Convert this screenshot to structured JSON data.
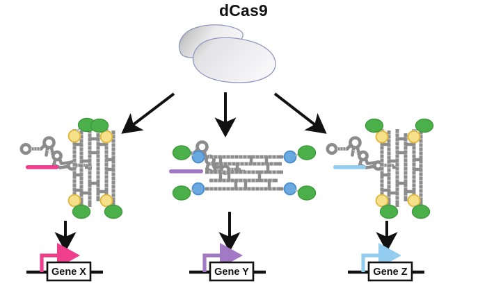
{
  "figure": {
    "title": "dCas9",
    "type": "biology-schematic",
    "description": "dCas9 branching into three sgRNA-RNA-origami scaffold complexes that each activate a different target gene"
  },
  "protein": {
    "name": "dCas9",
    "fill_light": "#f2f2f4",
    "fill_shade": "#9a9a9a",
    "stroke": "#8f96c0"
  },
  "arrows": {
    "branch_color": "#111111",
    "down_color": "#111111",
    "left_branch": "arrow-down-left",
    "center_branch": "arrow-down",
    "right_branch": "arrow-down-right"
  },
  "palette": {
    "green": "#4cb04a",
    "green_stroke": "#3d9a3b",
    "yellow": "#f7e08a",
    "yellow_stroke": "#e0b93e",
    "blue": "#6aa9e0",
    "blue_stroke": "#4a8fcf",
    "rna_grey": "#8c8c8c",
    "rna_grey_dark": "#6f6f6f",
    "spacer_pink": "#ef3e8c",
    "spacer_purple": "#a279c4",
    "spacer_blue": "#93cdf0"
  },
  "branches": [
    {
      "id": "left",
      "spacer_color": "#ef3e8c",
      "origami_orientation": "vertical",
      "aptamer_count": 4,
      "aptamer_inner_color": "#f7e08a",
      "aptamer_outer_color": "#4cb04a",
      "gene": {
        "label": "Gene X",
        "promoter_color": "#ef3e8c"
      }
    },
    {
      "id": "center",
      "spacer_color": "#a279c4",
      "origami_orientation": "horizontal",
      "aptamer_count": 4,
      "aptamer_inner_color": "#6aa9e0",
      "aptamer_outer_color": "#4cb04a",
      "gene": {
        "label": "Gene Y",
        "promoter_color": "#a279c4"
      }
    },
    {
      "id": "right",
      "spacer_color": "#93cdf0",
      "origami_orientation": "vertical",
      "aptamer_count": 4,
      "aptamer_inner_color": "#f7e08a",
      "aptamer_outer_color": "#4cb04a",
      "gene": {
        "label": "Gene Z",
        "promoter_color": "#93cdf0"
      }
    }
  ],
  "genes": {
    "x": "Gene X",
    "y": "Gene Y",
    "z": "Gene Z"
  }
}
